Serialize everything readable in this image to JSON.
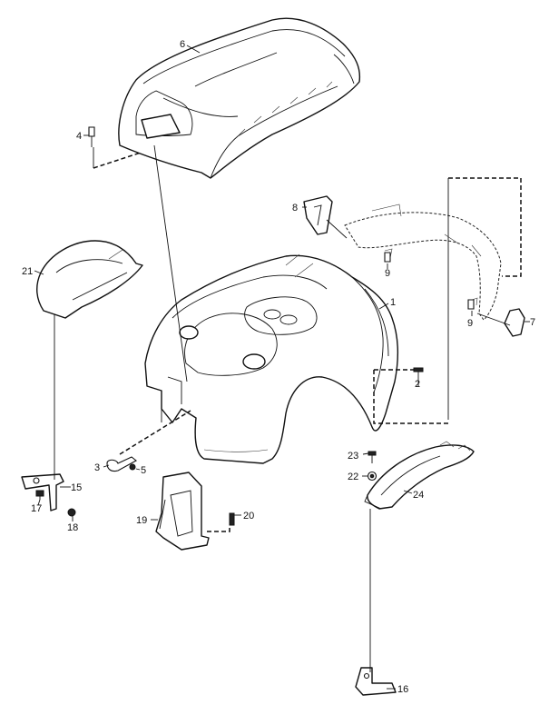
{
  "callouts": [
    {
      "id": "1",
      "label": "1"
    },
    {
      "id": "2",
      "label": "2"
    },
    {
      "id": "3",
      "label": "3"
    },
    {
      "id": "4",
      "label": "4"
    },
    {
      "id": "5",
      "label": "5"
    },
    {
      "id": "6",
      "label": "6"
    },
    {
      "id": "7",
      "label": "7"
    },
    {
      "id": "8",
      "label": "8"
    },
    {
      "id": "9a",
      "label": "9"
    },
    {
      "id": "9b",
      "label": "9"
    },
    {
      "id": "15",
      "label": "15"
    },
    {
      "id": "16",
      "label": "16"
    },
    {
      "id": "17",
      "label": "17"
    },
    {
      "id": "18",
      "label": "18"
    },
    {
      "id": "19",
      "label": "19"
    },
    {
      "id": "20",
      "label": "20"
    },
    {
      "id": "21",
      "label": "21"
    },
    {
      "id": "22",
      "label": "22"
    },
    {
      "id": "23",
      "label": "23"
    },
    {
      "id": "24",
      "label": "24"
    }
  ]
}
